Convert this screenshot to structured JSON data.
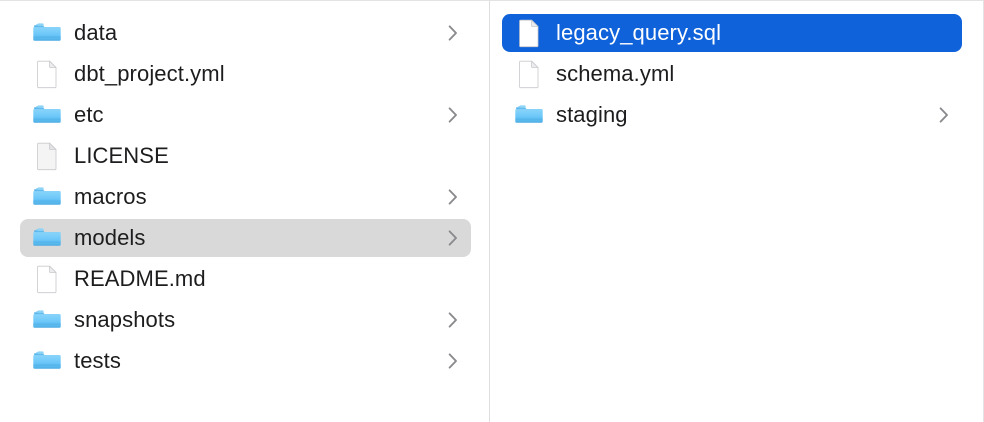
{
  "window": {
    "view_mode": "column-view",
    "accent_color": "#0f62da",
    "inactive_selection_color": "#d9d9d9",
    "text_color": "#1d1d1f",
    "folder_color": "#5fc0f5",
    "divider_color": "#dedee0"
  },
  "columns": [
    {
      "name": "parent-column",
      "items": [
        {
          "label": "data",
          "icon": "folder-icon",
          "type": "folder",
          "has_chevron": true,
          "selected": false,
          "active_selection": false
        },
        {
          "label": "dbt_project.yml",
          "icon": "document-icon",
          "type": "file",
          "has_chevron": false,
          "selected": false,
          "active_selection": false
        },
        {
          "label": "etc",
          "icon": "folder-icon",
          "type": "folder",
          "has_chevron": true,
          "selected": false,
          "active_selection": false
        },
        {
          "label": "LICENSE",
          "icon": "document-plain-icon",
          "type": "file",
          "has_chevron": false,
          "selected": false,
          "active_selection": false
        },
        {
          "label": "macros",
          "icon": "folder-icon",
          "type": "folder",
          "has_chevron": true,
          "selected": false,
          "active_selection": false
        },
        {
          "label": "models",
          "icon": "folder-icon",
          "type": "folder",
          "has_chevron": true,
          "selected": true,
          "active_selection": false
        },
        {
          "label": "README.md",
          "icon": "document-icon",
          "type": "file",
          "has_chevron": false,
          "selected": false,
          "active_selection": false
        },
        {
          "label": "snapshots",
          "icon": "folder-icon",
          "type": "folder",
          "has_chevron": true,
          "selected": false,
          "active_selection": false
        },
        {
          "label": "tests",
          "icon": "folder-icon",
          "type": "folder",
          "has_chevron": true,
          "selected": false,
          "active_selection": false
        }
      ]
    },
    {
      "name": "child-column",
      "items": [
        {
          "label": "legacy_query.sql",
          "icon": "document-icon",
          "type": "file",
          "has_chevron": false,
          "selected": true,
          "active_selection": true
        },
        {
          "label": "schema.yml",
          "icon": "document-icon",
          "type": "file",
          "has_chevron": false,
          "selected": false,
          "active_selection": false
        },
        {
          "label": "staging",
          "icon": "folder-icon",
          "type": "folder",
          "has_chevron": true,
          "selected": false,
          "active_selection": false
        }
      ]
    }
  ]
}
